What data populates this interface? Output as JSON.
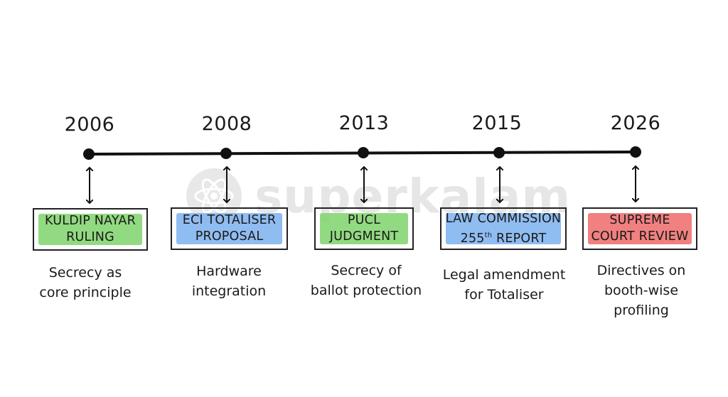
{
  "watermark": {
    "text": "superkalam"
  },
  "colors": {
    "green": "#7fd36b",
    "blue": "#7cb2ee",
    "red": "#ee6a6a",
    "line": "#111111"
  },
  "events": [
    {
      "year": "2006",
      "title": "KULDIP NAYAR\nRULING",
      "description": "Secrecy as\ncore principle",
      "color": "green"
    },
    {
      "year": "2008",
      "title": "ECI TOTALISER\nPROPOSAL",
      "description": "Hardware\nintegration",
      "color": "blue"
    },
    {
      "year": "2013",
      "title": "PUCL\nJUDGMENT",
      "description": "Secrecy of\nballot protection",
      "color": "green"
    },
    {
      "year": "2015",
      "title_line1": "LAW COMMISSION",
      "title_line2_pre": "255",
      "title_line2_sup": "th",
      "title_line2_post": " REPORT",
      "description": "Legal amendment\nfor Totaliser",
      "color": "blue"
    },
    {
      "year": "2026",
      "title": "SUPREME\nCOURT REVIEW",
      "description": "Directives on\nbooth-wise\nprofiling",
      "color": "red"
    }
  ]
}
